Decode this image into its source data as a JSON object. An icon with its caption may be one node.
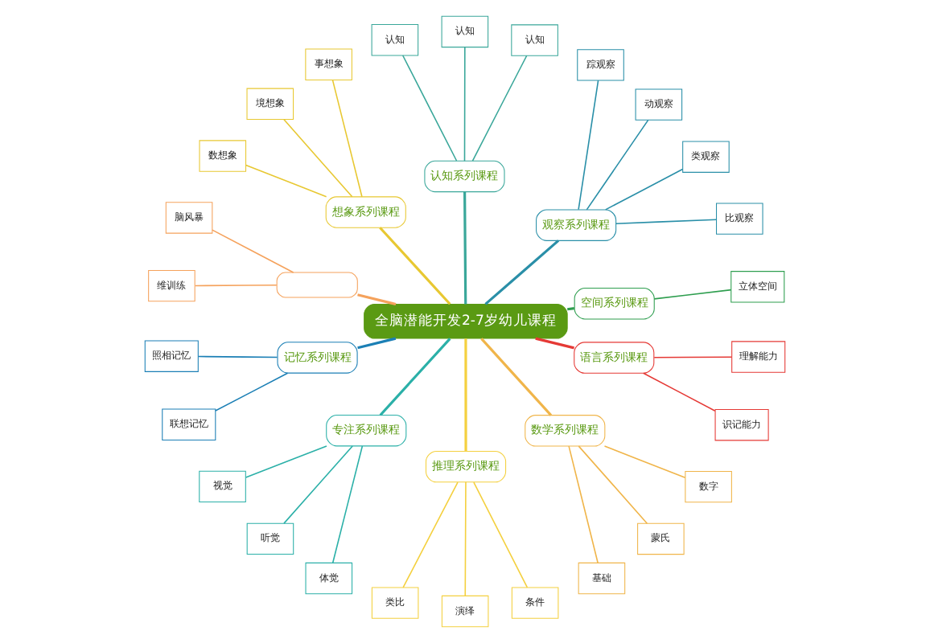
{
  "diagram": {
    "nodes": [
      {
        "text": [
          "全脑潜能开发2-7岁幼儿课程"
        ]
      },
      {
        "text": [
          "空间系列课程"
        ]
      },
      {
        "text": [
          "立体空间"
        ]
      },
      {
        "text": [
          "观察系列课程"
        ]
      },
      {
        "text": [
          "比观察"
        ]
      },
      {
        "text": [
          "类观察"
        ]
      },
      {
        "text": [
          "动观察"
        ]
      },
      {
        "text": [
          "踪观察"
        ]
      },
      {
        "text": [
          "认知系列课程"
        ]
      },
      {
        "text": [
          "认知"
        ]
      },
      {
        "text": [
          "认知"
        ]
      },
      {
        "text": [
          "认知"
        ]
      },
      {
        "text": [
          "想象系列课程"
        ]
      },
      {
        "text": [
          "事想象"
        ]
      },
      {
        "text": [
          "境想象"
        ]
      },
      {
        "text": [
          "数想象"
        ]
      },
      {
        "text": [],
        "shape": "box"
      },
      {
        "text": [
          "脑风暴"
        ]
      },
      {
        "text": [
          "维训练"
        ]
      },
      {
        "text": [
          "记忆系列课程"
        ]
      },
      {
        "text": [
          "照相记忆"
        ]
      },
      {
        "text": [
          "联想记忆"
        ]
      },
      {
        "text": [
          "专注系列课程"
        ]
      },
      {
        "text": [
          "视觉"
        ]
      },
      {
        "text": [
          "听觉"
        ]
      },
      {
        "text": [
          "体觉"
        ]
      },
      {
        "text": [
          "推理系列课程"
        ]
      },
      {
        "text": [
          "类比"
        ]
      },
      {
        "text": [
          "演绎"
        ]
      },
      {
        "text": [
          "条件"
        ]
      },
      {
        "text": [
          "数学系列课程"
        ]
      },
      {
        "text": [
          "基础"
        ]
      },
      {
        "text": [
          "蒙氏"
        ]
      },
      {
        "text": [
          "数字"
        ]
      },
      {
        "text": [
          "语言系列课程"
        ]
      },
      {
        "text": [
          "识记能力"
        ]
      },
      {
        "text": [
          "理解能力"
        ]
      }
    ],
    "edges": [
      {
        "from": 0,
        "to": 1,
        "arrow": "none",
        "color": "#2e9e4f"
      },
      {
        "from": 1,
        "to": 2,
        "arrow": "none",
        "color": "#2e9e4f"
      },
      {
        "from": 0,
        "to": 3,
        "arrow": "none",
        "color": "#2a8fa8"
      },
      {
        "from": 3,
        "to": 4,
        "arrow": "none",
        "color": "#2a8fa8"
      },
      {
        "from": 3,
        "to": 5,
        "arrow": "none",
        "color": "#2a8fa8"
      },
      {
        "from": 3,
        "to": 6,
        "arrow": "none",
        "color": "#2a8fa8"
      },
      {
        "from": 3,
        "to": 7,
        "arrow": "none",
        "color": "#2a8fa8"
      },
      {
        "from": 0,
        "to": 8,
        "arrow": "none",
        "color": "#3aa79a"
      },
      {
        "from": 8,
        "to": 9,
        "arrow": "none",
        "color": "#3aa79a"
      },
      {
        "from": 8,
        "to": 10,
        "arrow": "none",
        "color": "#3aa79a"
      },
      {
        "from": 8,
        "to": 11,
        "arrow": "none",
        "color": "#3aa79a"
      },
      {
        "from": 0,
        "to": 12,
        "arrow": "none",
        "color": "#e8c832"
      },
      {
        "from": 12,
        "to": 13,
        "arrow": "none",
        "color": "#e8c832"
      },
      {
        "from": 12,
        "to": 14,
        "arrow": "none",
        "color": "#e8c832"
      },
      {
        "from": 12,
        "to": 15,
        "arrow": "none",
        "color": "#e8c832"
      },
      {
        "from": 0,
        "to": 16,
        "arrow": "none",
        "color": "#f5a25c"
      },
      {
        "from": 16,
        "to": 17,
        "arrow": "none",
        "color": "#f5a25c"
      },
      {
        "from": 16,
        "to": 18,
        "arrow": "none",
        "color": "#f5a25c"
      },
      {
        "from": 0,
        "to": 19,
        "arrow": "none",
        "color": "#1b7fb5"
      },
      {
        "from": 19,
        "to": 20,
        "arrow": "none",
        "color": "#1b7fb5"
      },
      {
        "from": 19,
        "to": 21,
        "arrow": "none",
        "color": "#1b7fb5"
      },
      {
        "from": 0,
        "to": 22,
        "arrow": "none",
        "color": "#2bb0a8"
      },
      {
        "from": 22,
        "to": 23,
        "arrow": "none",
        "color": "#2bb0a8"
      },
      {
        "from": 22,
        "to": 24,
        "arrow": "none",
        "color": "#2bb0a8"
      },
      {
        "from": 22,
        "to": 25,
        "arrow": "none",
        "color": "#2bb0a8"
      },
      {
        "from": 0,
        "to": 26,
        "arrow": "none",
        "color": "#f4d03f"
      },
      {
        "from": 26,
        "to": 27,
        "arrow": "none",
        "color": "#f4d03f"
      },
      {
        "from": 26,
        "to": 28,
        "arrow": "none",
        "color": "#f4d03f"
      },
      {
        "from": 26,
        "to": 29,
        "arrow": "none",
        "color": "#f4d03f"
      },
      {
        "from": 0,
        "to": 30,
        "arrow": "none",
        "color": "#f0b54a"
      },
      {
        "from": 30,
        "to": 31,
        "arrow": "none",
        "color": "#f0b54a"
      },
      {
        "from": 30,
        "to": 32,
        "arrow": "none",
        "color": "#f0b54a"
      },
      {
        "from": 30,
        "to": 33,
        "arrow": "none",
        "color": "#f0b54a"
      },
      {
        "from": 0,
        "to": 34,
        "arrow": "none",
        "color": "#e53935"
      },
      {
        "from": 34,
        "to": 35,
        "arrow": "none",
        "color": "#e53935"
      },
      {
        "from": 34,
        "to": 36,
        "arrow": "none",
        "color": "#e53935"
      }
    ]
  }
}
